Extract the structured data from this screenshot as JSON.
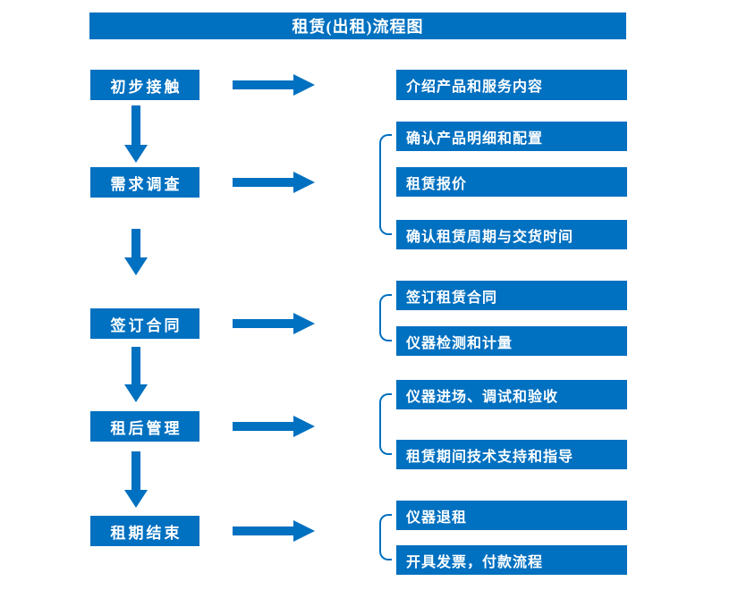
{
  "title": "租赁(出租)流程图",
  "colors": {
    "accent": "#0070C0",
    "text_on_accent": "#FFFFFF"
  },
  "steps": [
    {
      "label": "初步接触",
      "details": [
        "介绍产品和服务内容"
      ]
    },
    {
      "label": "需求调查",
      "details": [
        "确认产品明细和配置",
        "租赁报价",
        "确认租赁周期与交货时间"
      ]
    },
    {
      "label": "签订合同",
      "details": [
        "签订租赁合同",
        "仪器检测和计量"
      ]
    },
    {
      "label": "租后管理",
      "details": [
        "仪器进场、调试和验收",
        "租赁期间技术支持和指导"
      ]
    },
    {
      "label": "租期结束",
      "details": [
        "仪器退租",
        "开具发票，付款流程"
      ]
    }
  ]
}
